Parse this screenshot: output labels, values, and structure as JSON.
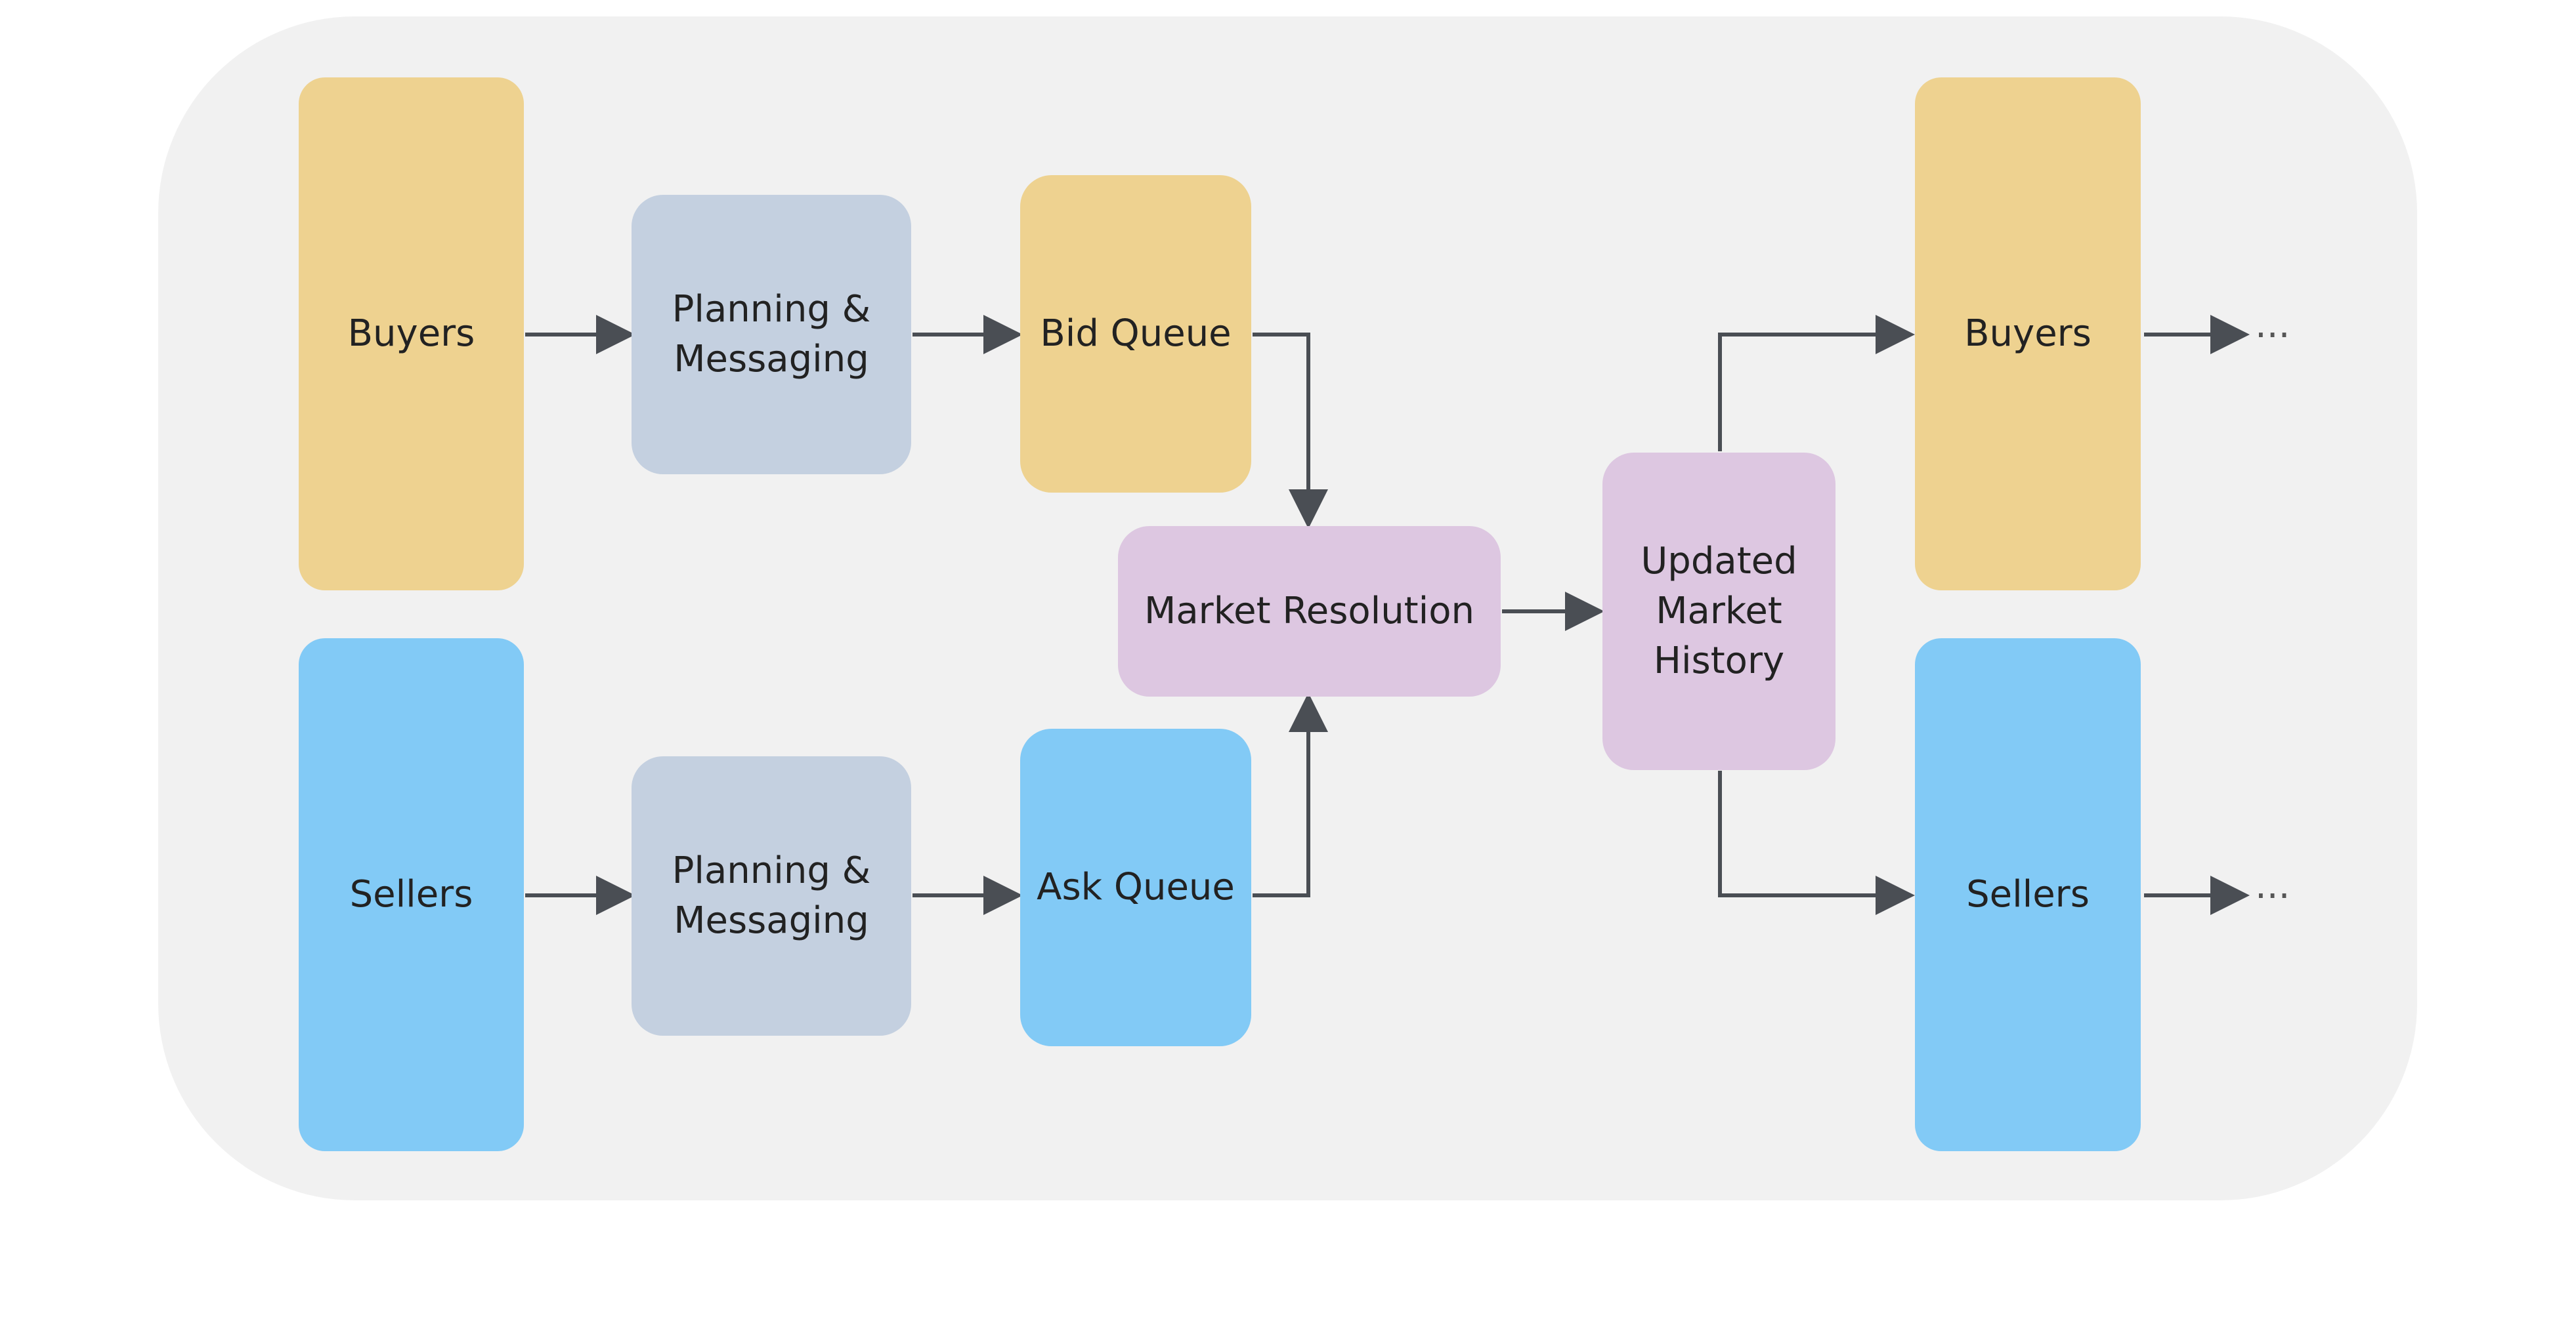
{
  "colors": {
    "agent_buyers": "#EED290",
    "agent_sellers": "#82CAF6",
    "planning": "#C4D0E0",
    "market": "#DDC7E1",
    "panel": "#F1F1F1",
    "arrow": "#4A4E54"
  },
  "nodes": {
    "buyers_left": "Buyers",
    "sellers_left": "Sellers",
    "planning_top": "Planning &\nMessaging",
    "planning_bottom": "Planning &\nMessaging",
    "bid_queue": "Bid Queue",
    "ask_queue": "Ask Queue",
    "market_resolution": "Market Resolution",
    "updated_history": "Updated\nMarket\nHistory",
    "buyers_right": "Buyers",
    "sellers_right": "Sellers"
  },
  "continuation": "···"
}
